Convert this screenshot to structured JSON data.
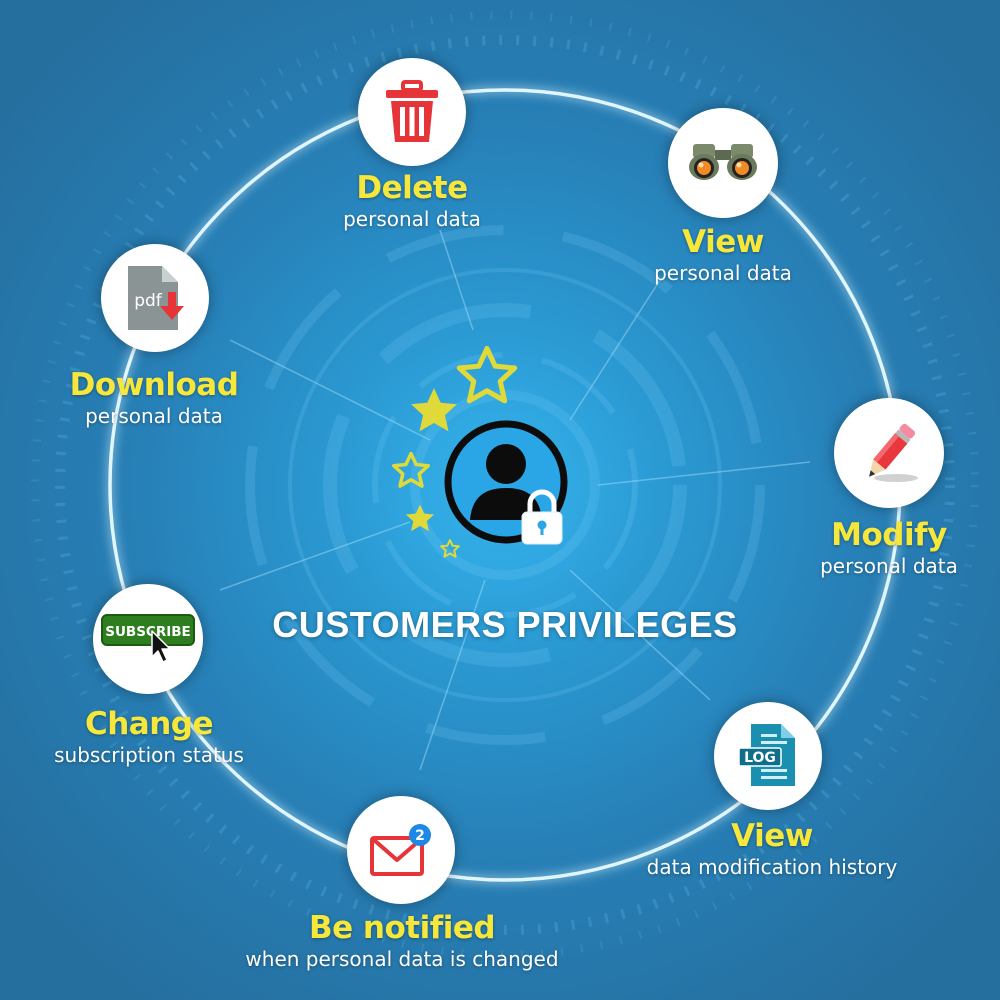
{
  "center": {
    "title": "CUSTOMERS PRIVILEGES"
  },
  "colors": {
    "background": "#2780b7",
    "title_yellow": "#f7e73a",
    "star_yellow": "#e0d93a",
    "ring": "#ffffff"
  },
  "features": [
    {
      "icon": "trash-icon",
      "title": "Delete",
      "subtitle": "personal data"
    },
    {
      "icon": "binoculars-icon",
      "title": "View",
      "subtitle": "personal data"
    },
    {
      "icon": "pencil-icon",
      "title": "Modify",
      "subtitle": "personal data"
    },
    {
      "icon": "log-file-icon",
      "title": "View",
      "subtitle": "data modification history"
    },
    {
      "icon": "notification-envelope-icon",
      "title": "Be notified",
      "subtitle": "when personal data is changed",
      "badge": "2"
    },
    {
      "icon": "subscribe-button-icon",
      "title": "Change",
      "subtitle": "subscription status",
      "button_text": "SUBSCRIBE"
    },
    {
      "icon": "pdf-download-icon",
      "title": "Download",
      "subtitle": "personal data",
      "file_label": "pdf"
    }
  ]
}
